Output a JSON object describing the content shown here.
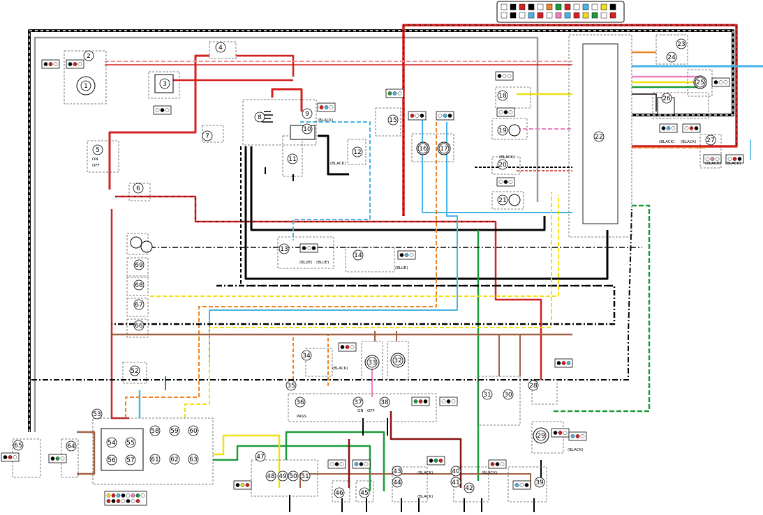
{
  "component_numbers": [
    "1",
    "2",
    "3",
    "4",
    "5",
    "6",
    "7",
    "8",
    "9",
    "10",
    "11",
    "12",
    "13",
    "14",
    "15",
    "16",
    "17",
    "18",
    "19",
    "20",
    "21",
    "22",
    "23",
    "24",
    "25",
    "26",
    "27",
    "28",
    "29",
    "30",
    "31",
    "32",
    "33",
    "34",
    "35",
    "36",
    "37",
    "38",
    "39",
    "40",
    "41",
    "42",
    "43",
    "44",
    "45",
    "46",
    "47",
    "48",
    "49",
    "50",
    "51",
    "52",
    "53",
    "54",
    "55",
    "56",
    "57",
    "58",
    "59",
    "60",
    "61",
    "62",
    "63",
    "64",
    "65",
    "66",
    "67",
    "68",
    "69"
  ],
  "connector_labels": {
    "black": "(BLACK)",
    "blue": "(BLUE)"
  },
  "switch_labels": {
    "on": "ON",
    "off": "OFF",
    "pass": "PASS"
  },
  "wire_colors": {
    "red": "#d42020",
    "black": "#000000",
    "gray": "#9a9a9a",
    "light_blue": "#46b4e6",
    "yellow": "#f0e010",
    "green": "#1a9a3a",
    "orange": "#f08020",
    "pink": "#f080c0",
    "brown": "#a06040",
    "white": "#ffffff",
    "dark_red": "#8b1010"
  }
}
